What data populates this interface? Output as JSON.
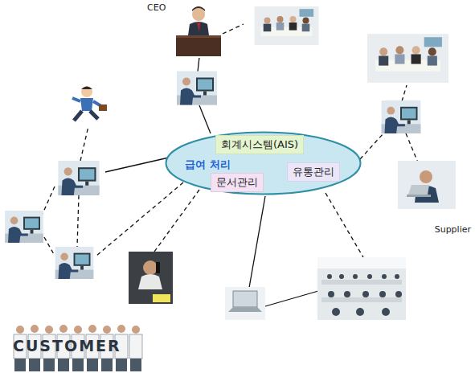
{
  "diagram": {
    "nodes": [
      {
        "text": [
          "급여 처리"
        ]
      },
      {
        "text": [
          "회계시스템(AIS)"
        ],
        "in": 0
      },
      {
        "text": [
          "문서관리"
        ],
        "in": 0
      },
      {
        "text": [
          "유통관리"
        ],
        "in": 0
      }
    ],
    "labels": [
      "CEO",
      "Supplier",
      "CUSTOMER"
    ]
  }
}
